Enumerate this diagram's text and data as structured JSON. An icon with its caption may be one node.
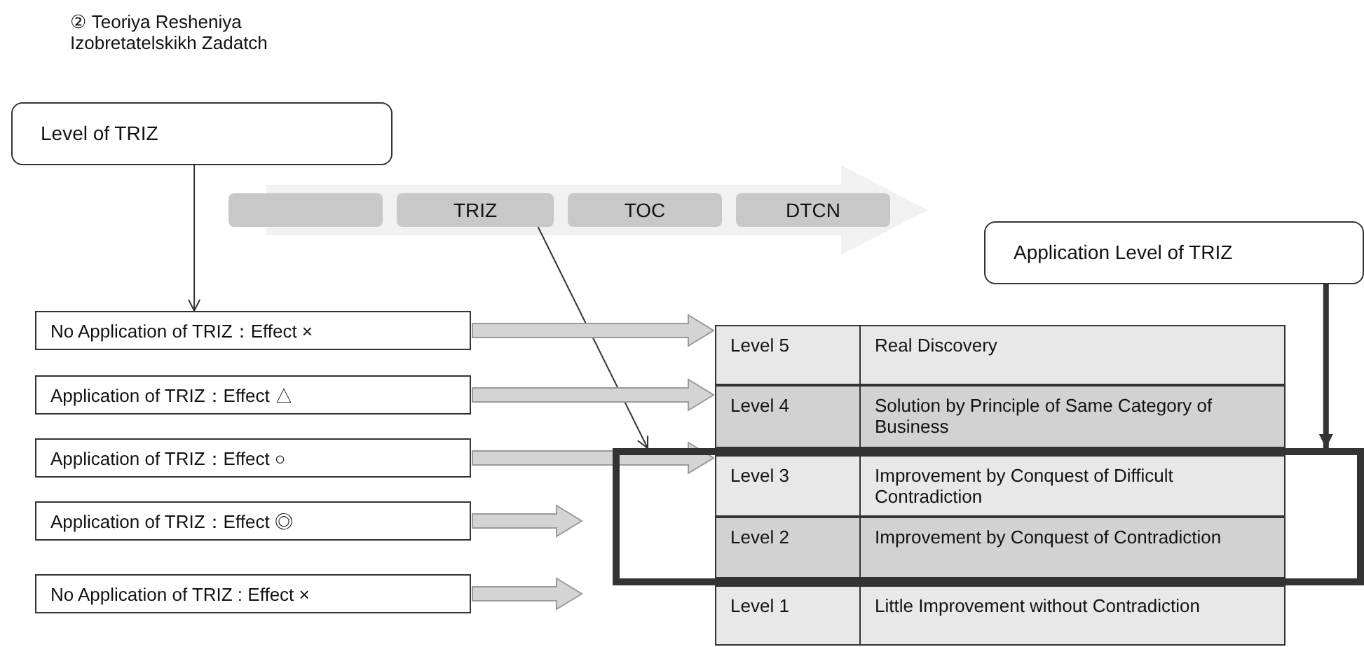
{
  "diagram": {
    "title": "② Teoriya Resheniya Izobretatelskikh Zadatch",
    "nodes": [
      {
        "text": [
          "Level of TRIZ"
        ]
      },
      {
        "text": [],
        "shape": "box"
      },
      {
        "text": [
          "TRIZ"
        ]
      },
      {
        "text": [
          "TOC"
        ]
      },
      {
        "text": [
          "DTCN"
        ]
      },
      {
        "text": [
          "Application Level of TRIZ"
        ]
      },
      {
        "text": [
          "No Application of TRIZ：Effect ×"
        ]
      },
      {
        "text": [
          "Application of TRIZ：Effect △"
        ]
      },
      {
        "text": [
          "Application of TRIZ：Effect ○"
        ]
      },
      {
        "text": [
          "Application of TRIZ：Effect ◎"
        ]
      },
      {
        "text": [
          "No Application of TRIZ : Effect ×"
        ]
      },
      {
        "text": [
          "Level 5",
          "Real Discovery"
        ]
      },
      {
        "text": [
          "Level 4",
          "Solution by Principle of Same Category of Business"
        ]
      },
      {
        "text": [],
        "shape": "box"
      },
      {
        "text": [
          "Level 3",
          "Improvement by Conquest of Difficult Contradiction"
        ],
        "in": 13
      },
      {
        "text": [
          "Level 2",
          "Improvement by Conquest of Contradiction"
        ],
        "in": 13
      },
      {
        "text": [
          "Level 1",
          "Little Improvement without Contradiction"
        ]
      }
    ],
    "edges": [
      {
        "from": 0,
        "to": 6,
        "arrow": "to"
      },
      {
        "from": 2,
        "to": 13,
        "arrow": "to"
      },
      {
        "from": 5,
        "to": 13,
        "arrow": "to",
        "style": "thick"
      },
      {
        "from": 6,
        "to": 11,
        "arrow": "to",
        "style": "thick",
        "color": "#d4d4d4"
      },
      {
        "from": 7,
        "to": 12,
        "arrow": "to",
        "style": "thick",
        "color": "#d4d4d4"
      },
      {
        "from": 8,
        "to": 14,
        "arrow": "to",
        "style": "thick",
        "color": "#d4d4d4"
      },
      {
        "from": 9,
        "to": null,
        "arrow": "to",
        "style": "thick",
        "color": "#d4d4d4"
      },
      {
        "from": 10,
        "to": null,
        "arrow": "to",
        "style": "thick",
        "color": "#d4d4d4"
      }
    ]
  }
}
